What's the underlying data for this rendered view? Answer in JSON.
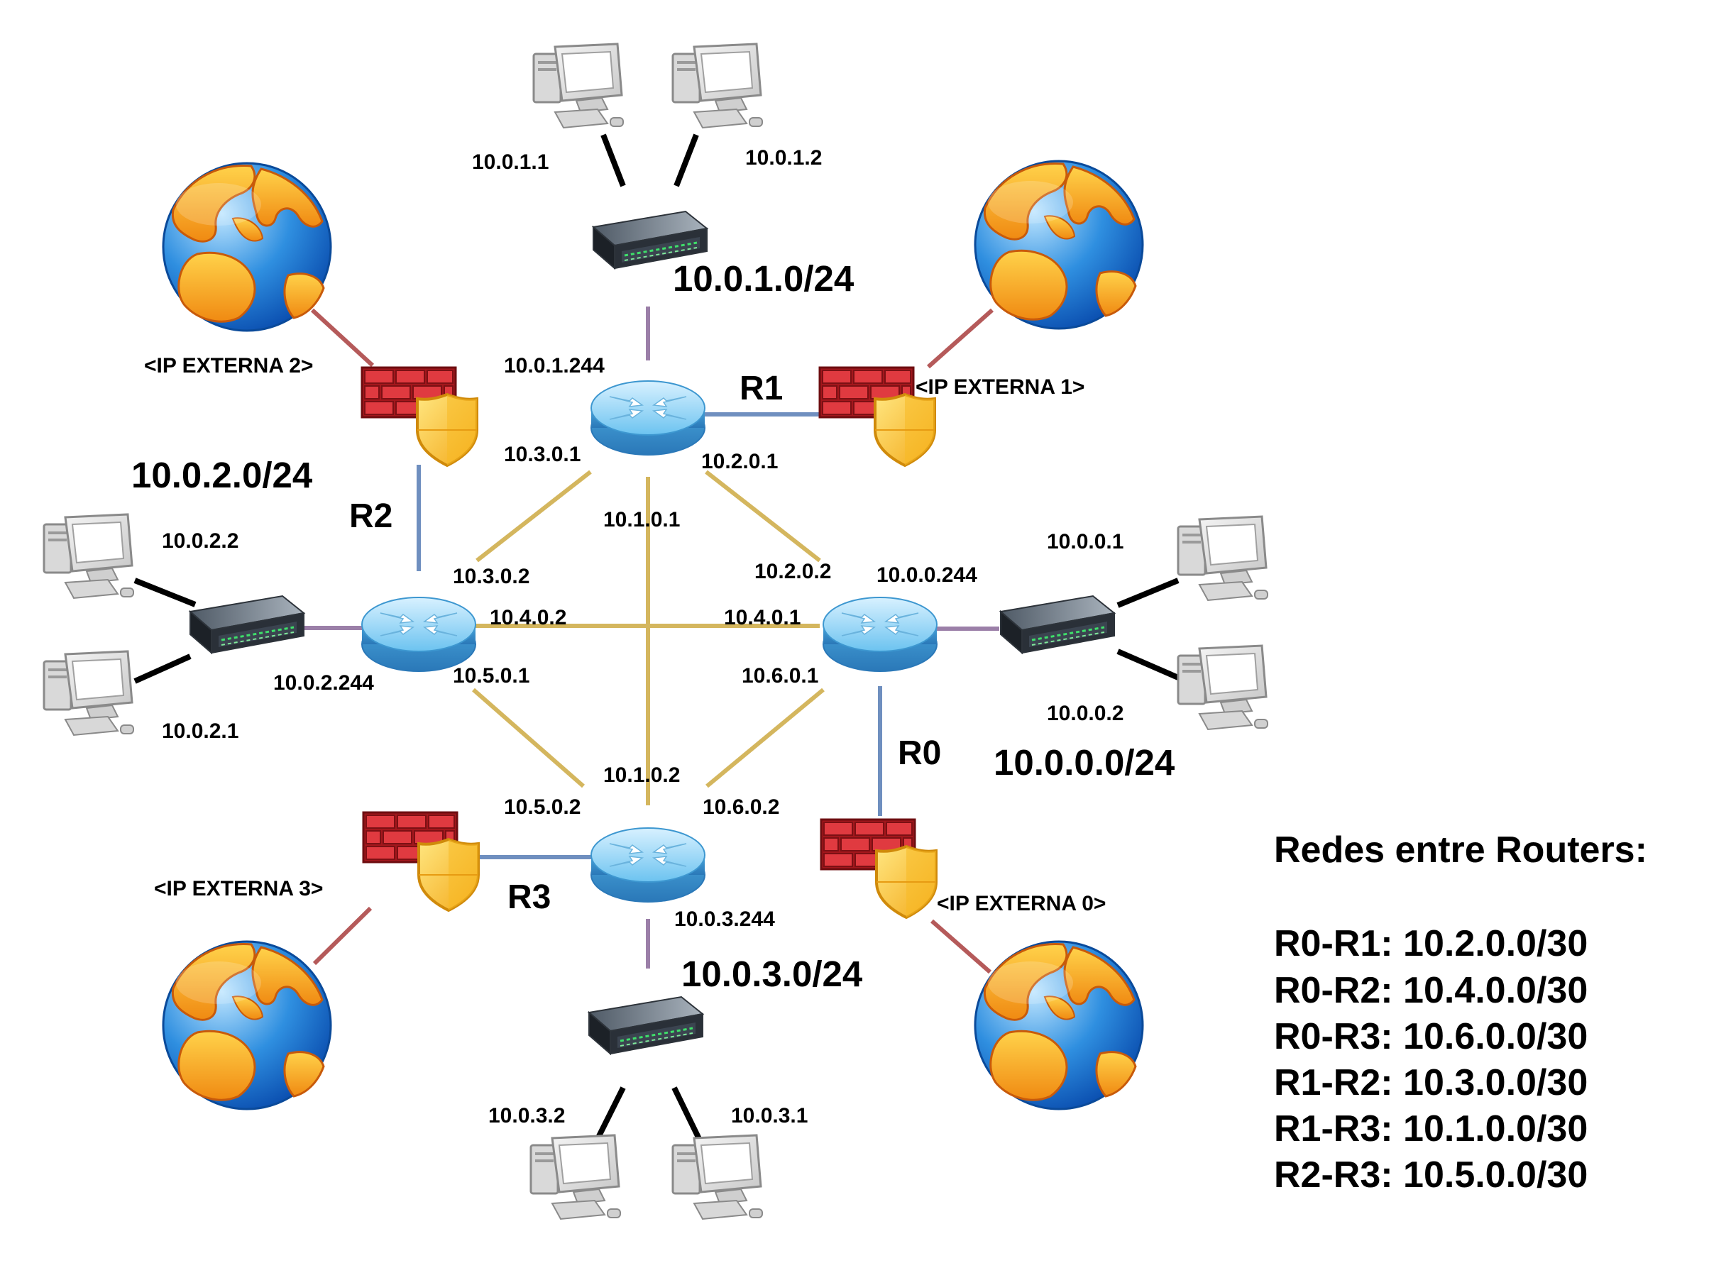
{
  "routers": [
    {
      "id": "R0",
      "label": "R0"
    },
    {
      "id": "R1",
      "label": "R1"
    },
    {
      "id": "R2",
      "label": "R2"
    },
    {
      "id": "R3",
      "label": "R3"
    }
  ],
  "lan_networks": {
    "r0": "10.0.0.0/24",
    "r1": "10.0.1.0/24",
    "r2": "10.0.2.0/24",
    "r3": "10.0.3.0/24"
  },
  "external_ips": {
    "r0": "<IP EXTERNA 0>",
    "r1": "<IP EXTERNA 1>",
    "r2": "<IP EXTERNA 2>",
    "r3": "<IP EXTERNA 3>"
  },
  "hosts": {
    "r0_a": "10.0.0.1",
    "r0_b": "10.0.0.2",
    "r1_a": "10.0.1.1",
    "r1_b": "10.0.1.2",
    "r2_a": "10.0.2.2",
    "r2_b": "10.0.2.1",
    "r3_a": "10.0.3.2",
    "r3_b": "10.0.3.1"
  },
  "gateways": {
    "r0": "10.0.0.244",
    "r1": "10.0.1.244",
    "r2": "10.0.2.244",
    "r3": "10.0.3.244"
  },
  "link_ips": {
    "r1_r2_r1": "10.3.0.1",
    "r1_r0_r1": "10.2.0.1",
    "r1_r3_r1": "10.1.0.1",
    "r1_r2_r2": "10.3.0.2",
    "r2_r0_r2": "10.4.0.2",
    "r2_r3_r2": "10.5.0.1",
    "r1_r0_r0": "10.2.0.2",
    "r2_r0_r0": "10.4.0.1",
    "r3_r0_r0": "10.6.0.1",
    "r1_r3_r3": "10.1.0.2",
    "r2_r3_r3": "10.5.0.2",
    "r3_r0_r3": "10.6.0.2"
  },
  "legend": {
    "title": "Redes entre Routers:",
    "items": [
      "R0-R1: 10.2.0.0/30",
      "R0-R2: 10.4.0.0/30",
      "R0-R3: 10.6.0.0/30",
      "R1-R2: 10.3.0.0/30",
      "R1-R3: 10.1.0.0/30",
      "R2-R3: 10.5.0.0/30"
    ]
  },
  "colors": {
    "inter_router_link": "#d4b65e",
    "router_lan_link": "#9b7fa8",
    "router_firewall_link": "#6f8fbf",
    "firewall_internet_link": "#b55a5a",
    "host_link": "#000000",
    "router_body": "#5eb2e0",
    "firewall_brick": "#c8262c",
    "shield": "#f6c433"
  },
  "icons": {
    "router": "router-icon",
    "switch": "switch-icon",
    "computer": "computer-icon",
    "firewall": "firewall-icon",
    "shield": "shield-icon",
    "internet": "globe-icon"
  }
}
